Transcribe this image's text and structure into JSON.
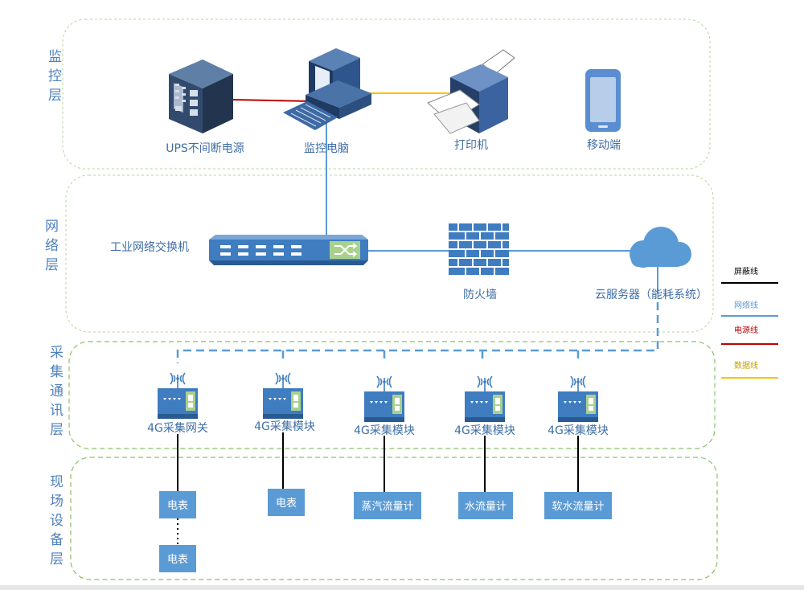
{
  "colors": {
    "accent_blue": "#5b9bd5",
    "border_green": "#a9d18e",
    "network_line": "#5b9bd5",
    "power_line": "#c00000",
    "data_line": "#ffc000",
    "shield_line": "#000000"
  },
  "layers": {
    "monitor": "监\n控\n层",
    "network": "网\n络\n层",
    "collect": "采\n集\n通\n讯\n层",
    "field": "现\n场\n设\n备\n层"
  },
  "monitor": {
    "ups": "UPS不间断电源",
    "pc": "监控电脑",
    "printer": "打印机",
    "mobile": "移动端"
  },
  "network": {
    "switch": "工业网络交换机",
    "firewall": "防火墙",
    "cloud": "云服务器（能耗系统）"
  },
  "collect": {
    "gateway": "4G采集网关",
    "modules": [
      "4G采集模块",
      "4G采集模块",
      "4G采集模块",
      "4G采集模块"
    ]
  },
  "field": {
    "meter1": "电表",
    "meter2": "电表",
    "steam": "蒸汽流量计",
    "water": "水流量计",
    "soft_water": "软水流量计",
    "meter_bottom": "电表"
  },
  "legend": {
    "shield": "屏蔽线",
    "network": "网络线",
    "power": "电源线",
    "data": "数据线"
  }
}
